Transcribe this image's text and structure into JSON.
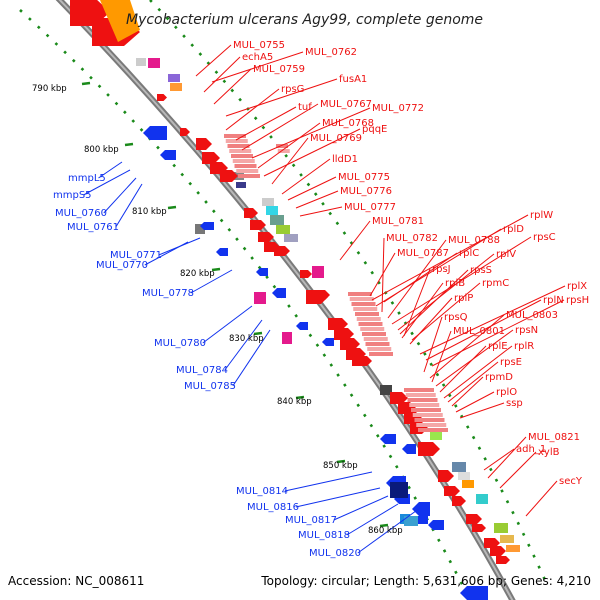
{
  "title": "Mycobacterium ulcerans Agy99, complete genome",
  "colors": {
    "forward": "#ee1111",
    "reverse": "#1133ee",
    "tick": "#33aa33",
    "backbone": "#999999"
  },
  "scale_labels": [
    "790 kbp",
    "800 kbp",
    "810 kbp",
    "820 kbp",
    "830 kbp",
    "840 kbp",
    "850 kbp",
    "860 kbp"
  ],
  "forward_genes": [
    "MUL_0755",
    "MUL_0762",
    "echA5",
    "MUL_0759",
    "fusA1",
    "rpsG",
    "tuf",
    "MUL_0767",
    "MUL_0772",
    "MUL_0768",
    "pqqE",
    "MUL_0769",
    "lldD1",
    "MUL_0775",
    "MUL_0776",
    "MUL_0777",
    "MUL_0781",
    "rplW",
    "rplD",
    "MUL_0782",
    "MUL_0788",
    "rpsC",
    "MUL_0787",
    "rplC",
    "rplV",
    "rpsJ",
    "rpsS",
    "rplB",
    "rpmC",
    "rplP",
    "rplX",
    "rplN",
    "rpsH",
    "rpsQ",
    "MUL_0803",
    "MUL_0801",
    "rpsN",
    "rplE",
    "rplR",
    "rpsE",
    "rpmD",
    "rplO",
    "ssp",
    "adh_1",
    "MUL_0821",
    "xylB",
    "secY"
  ],
  "reverse_genes": [
    "mmpL5",
    "mmpS5",
    "MUL_0760",
    "MUL_0761",
    "MUL_0770",
    "MUL_0771",
    "MUL_0778",
    "MUL_0780",
    "MUL_0784",
    "MUL_0785",
    "MUL_0814",
    "MUL_0816",
    "MUL_0817",
    "MUL_0818",
    "MUL_0820"
  ],
  "footer": {
    "accession": "Accession: NC_008611",
    "summary": "Topology: circular; Length: 5,631,606 bp; Genes: 4,210"
  }
}
